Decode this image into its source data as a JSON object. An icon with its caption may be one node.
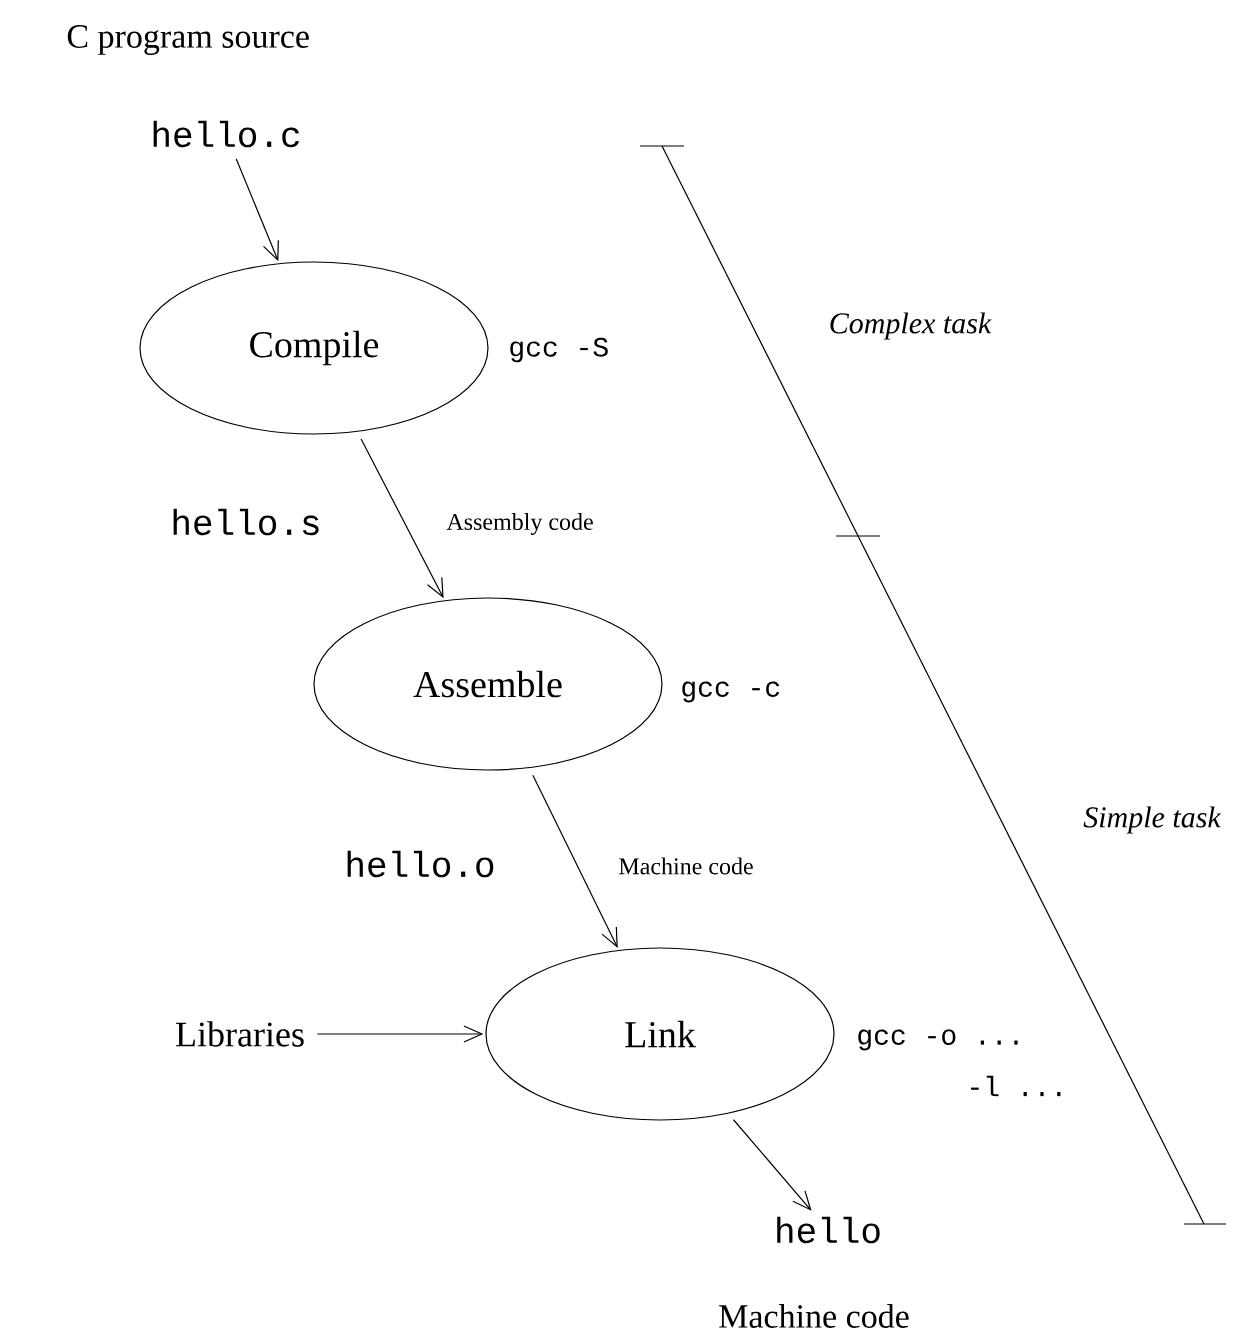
{
  "diagram": {
    "nodes": [
      {
        "text": [
          "hello.c"
        ],
        "beside": [
          "C program source"
        ]
      },
      {
        "text": [
          "Compile"
        ],
        "beside": [
          "gcc -S"
        ]
      },
      {
        "text": [
          "Assemble"
        ],
        "beside": [
          "gcc -c"
        ]
      },
      {
        "text": [
          "Libraries"
        ]
      },
      {
        "text": [
          "Link"
        ],
        "beside": [
          "gcc -o ...",
          "-l ..."
        ]
      },
      {
        "text": [
          "hello"
        ],
        "beside": [
          "Machine code"
        ]
      }
    ],
    "edges": [
      {
        "from": 0,
        "to": 1,
        "arrow": "to"
      },
      {
        "from": 1,
        "to": 2,
        "arrow": "to",
        "label": "Assembly code"
      },
      {
        "from": 2,
        "to": 4,
        "arrow": "to",
        "label": "Machine code"
      },
      {
        "from": 3,
        "to": 4,
        "arrow": "to"
      },
      {
        "from": 4,
        "to": 5,
        "arrow": "to"
      }
    ],
    "labels": [
      "hello.s",
      "hello.o",
      "Complex task",
      "Simple task"
    ]
  }
}
